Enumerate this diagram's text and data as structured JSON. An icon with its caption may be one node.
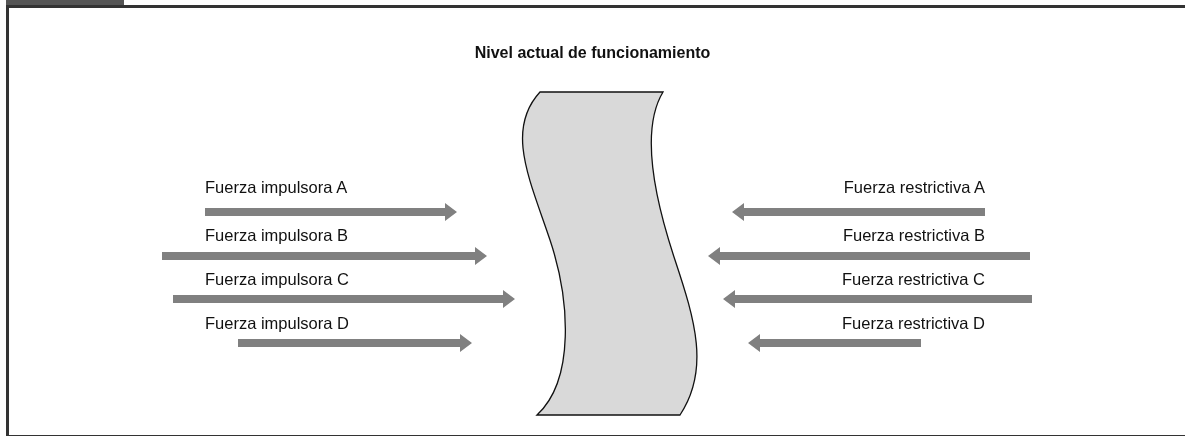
{
  "diagram": {
    "title": "Nivel actual de funcionamiento",
    "nodes": [
      {
        "text": [],
        "shape": "band"
      }
    ],
    "labels": [
      "Fuerza impulsora A",
      "Fuerza restrictiva A",
      "Fuerza impulsora B",
      "Fuerza restrictiva B",
      "Fuerza impulsora C",
      "Fuerza restrictiva C",
      "Fuerza impulsora D",
      "Fuerza restrictiva D"
    ]
  }
}
